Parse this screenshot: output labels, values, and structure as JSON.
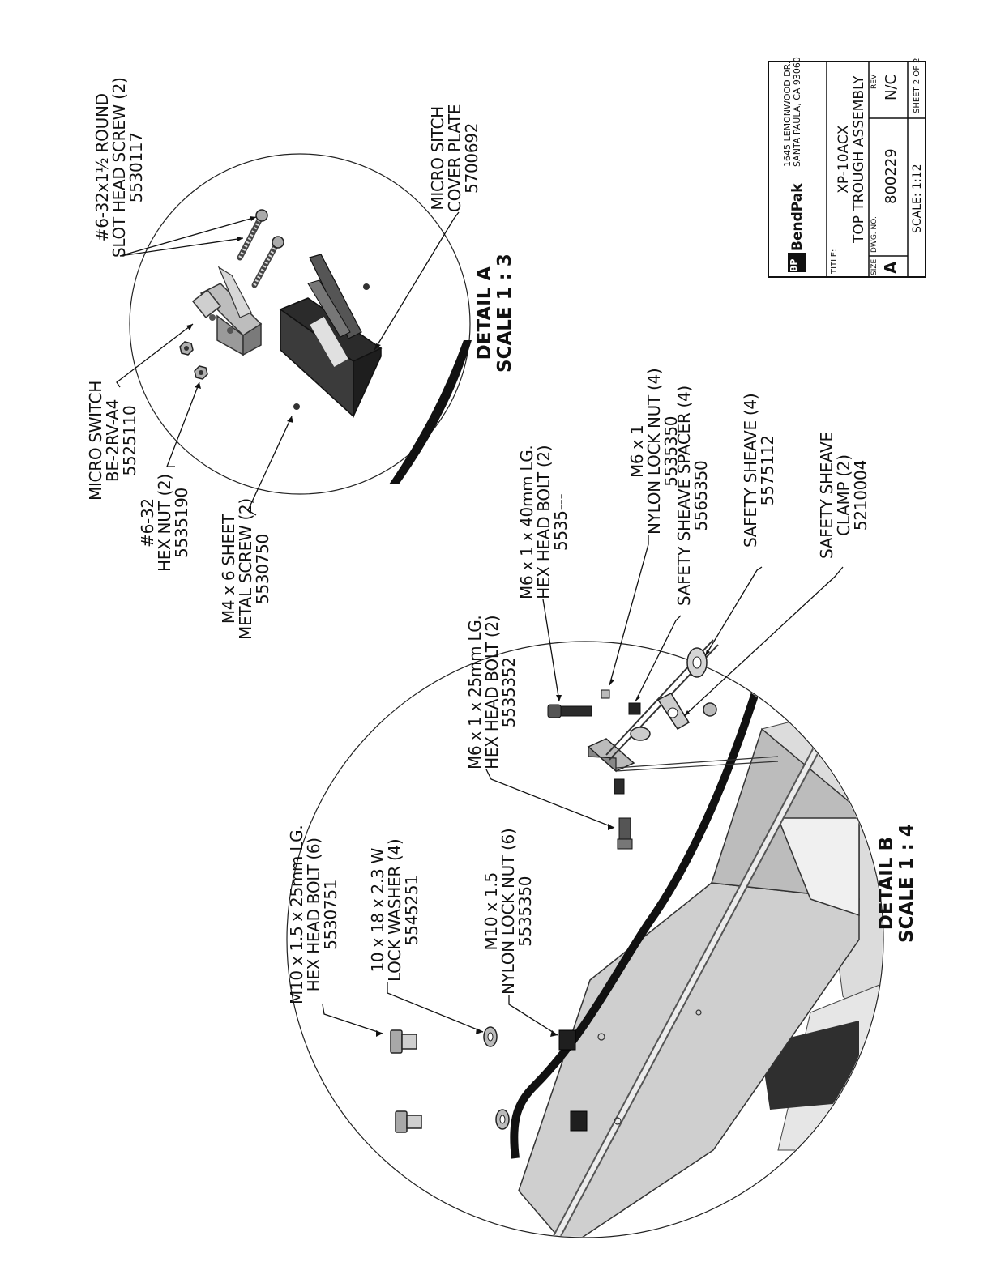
{
  "detail_a": {
    "title": "DETAIL A",
    "scale": "SCALE 1 : 3",
    "callouts": [
      {
        "id": "micro-switch",
        "lines": [
          "MICRO SWITCH",
          "BE-2RV-A4",
          "5525110"
        ]
      },
      {
        "id": "hex-nut",
        "lines": [
          "#6-32",
          "HEX NUT (2)",
          "5535190"
        ]
      },
      {
        "id": "sheet-metal-screw",
        "lines": [
          "M4 x 6 SHEET",
          "METAL SCREW (2)",
          "5530750"
        ]
      },
      {
        "id": "round-slot-head-screw",
        "lines": [
          "#6-32x1½ ROUND",
          "SLOT HEAD SCREW (2)",
          "5530117"
        ]
      },
      {
        "id": "cover-plate",
        "lines": [
          "MICRO SITCH",
          "COVER PLATE",
          "5700692"
        ]
      }
    ]
  },
  "detail_b": {
    "title": "DETAIL B",
    "scale": "SCALE 1 : 4",
    "callouts": [
      {
        "id": "m10-hex-bolt",
        "lines": [
          "M10 x 1.5 x 25mm LG.",
          "HEX HEAD BOLT (6)",
          "5530751"
        ]
      },
      {
        "id": "lock-washer",
        "lines": [
          "10 x 18 x 2.3 W",
          "LOCK WASHER (4)",
          "5545251"
        ]
      },
      {
        "id": "m10-lock-nut",
        "lines": [
          "M10 x 1.5",
          "NYLON LOCK NUT (6)",
          "5535350"
        ]
      },
      {
        "id": "m6-25-bolt",
        "lines": [
          "M6 x 1 x 25mm LG.",
          "HEX HEAD BOLT (2)",
          "5535352"
        ]
      },
      {
        "id": "m6-40-bolt",
        "lines": [
          "M6 x 1 x 40mm LG.",
          "HEX HEAD BOLT (2)",
          "5535---"
        ]
      },
      {
        "id": "m6-lock-nut",
        "lines": [
          "M6 x 1",
          "NYLON LOCK NUT (4)",
          "5535350"
        ]
      },
      {
        "id": "sheave-spacer",
        "lines": [
          "SAFETY SHEAVE SPACER (4)",
          "5565350"
        ]
      },
      {
        "id": "safety-sheave",
        "lines": [
          "SAFETY SHEAVE (4)",
          "5575112"
        ]
      },
      {
        "id": "sheave-clamp",
        "lines": [
          "SAFETY SHEAVE",
          "CLAMP (2)",
          "5210004"
        ]
      }
    ]
  },
  "title_block": {
    "logo_text": "BendPak",
    "logo_mark": "BP",
    "address_line1": "1645 LEMONWOOD DR.",
    "address_line2": "SANTA PAULA, CA 93060",
    "title_label": "TITLE:",
    "title_line1": "XP-10ACX",
    "title_line2": "TOP TROUGH ASSEMBLY",
    "size_label": "SIZE",
    "size_value": "A",
    "dwg_label": "DWG. NO.",
    "dwg_value": "800229",
    "rev_label": "REV",
    "rev_value": "N/C",
    "scale_text": "SCALE: 1:12",
    "sheet_text": "SHEET 2 OF 2"
  },
  "colors": {
    "ink": "#111111",
    "part_dark": "#2b2b2b",
    "part_mid": "#8c8c8c",
    "part_light": "#c9c9c9"
  }
}
